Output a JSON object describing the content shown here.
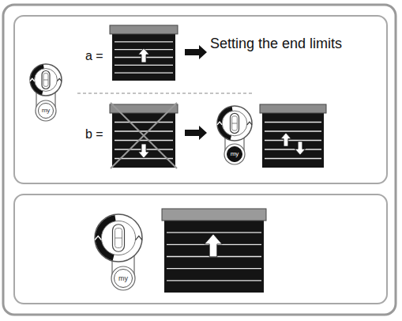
{
  "diagram": {
    "nodes": [
      {
        "text": [
          "my"
        ]
      },
      {
        "text": [
          "my"
        ]
      },
      {
        "text": [
          "my"
        ]
      }
    ],
    "edges": [],
    "labels": [
      "a =",
      "Setting the end limits",
      "b ="
    ]
  }
}
